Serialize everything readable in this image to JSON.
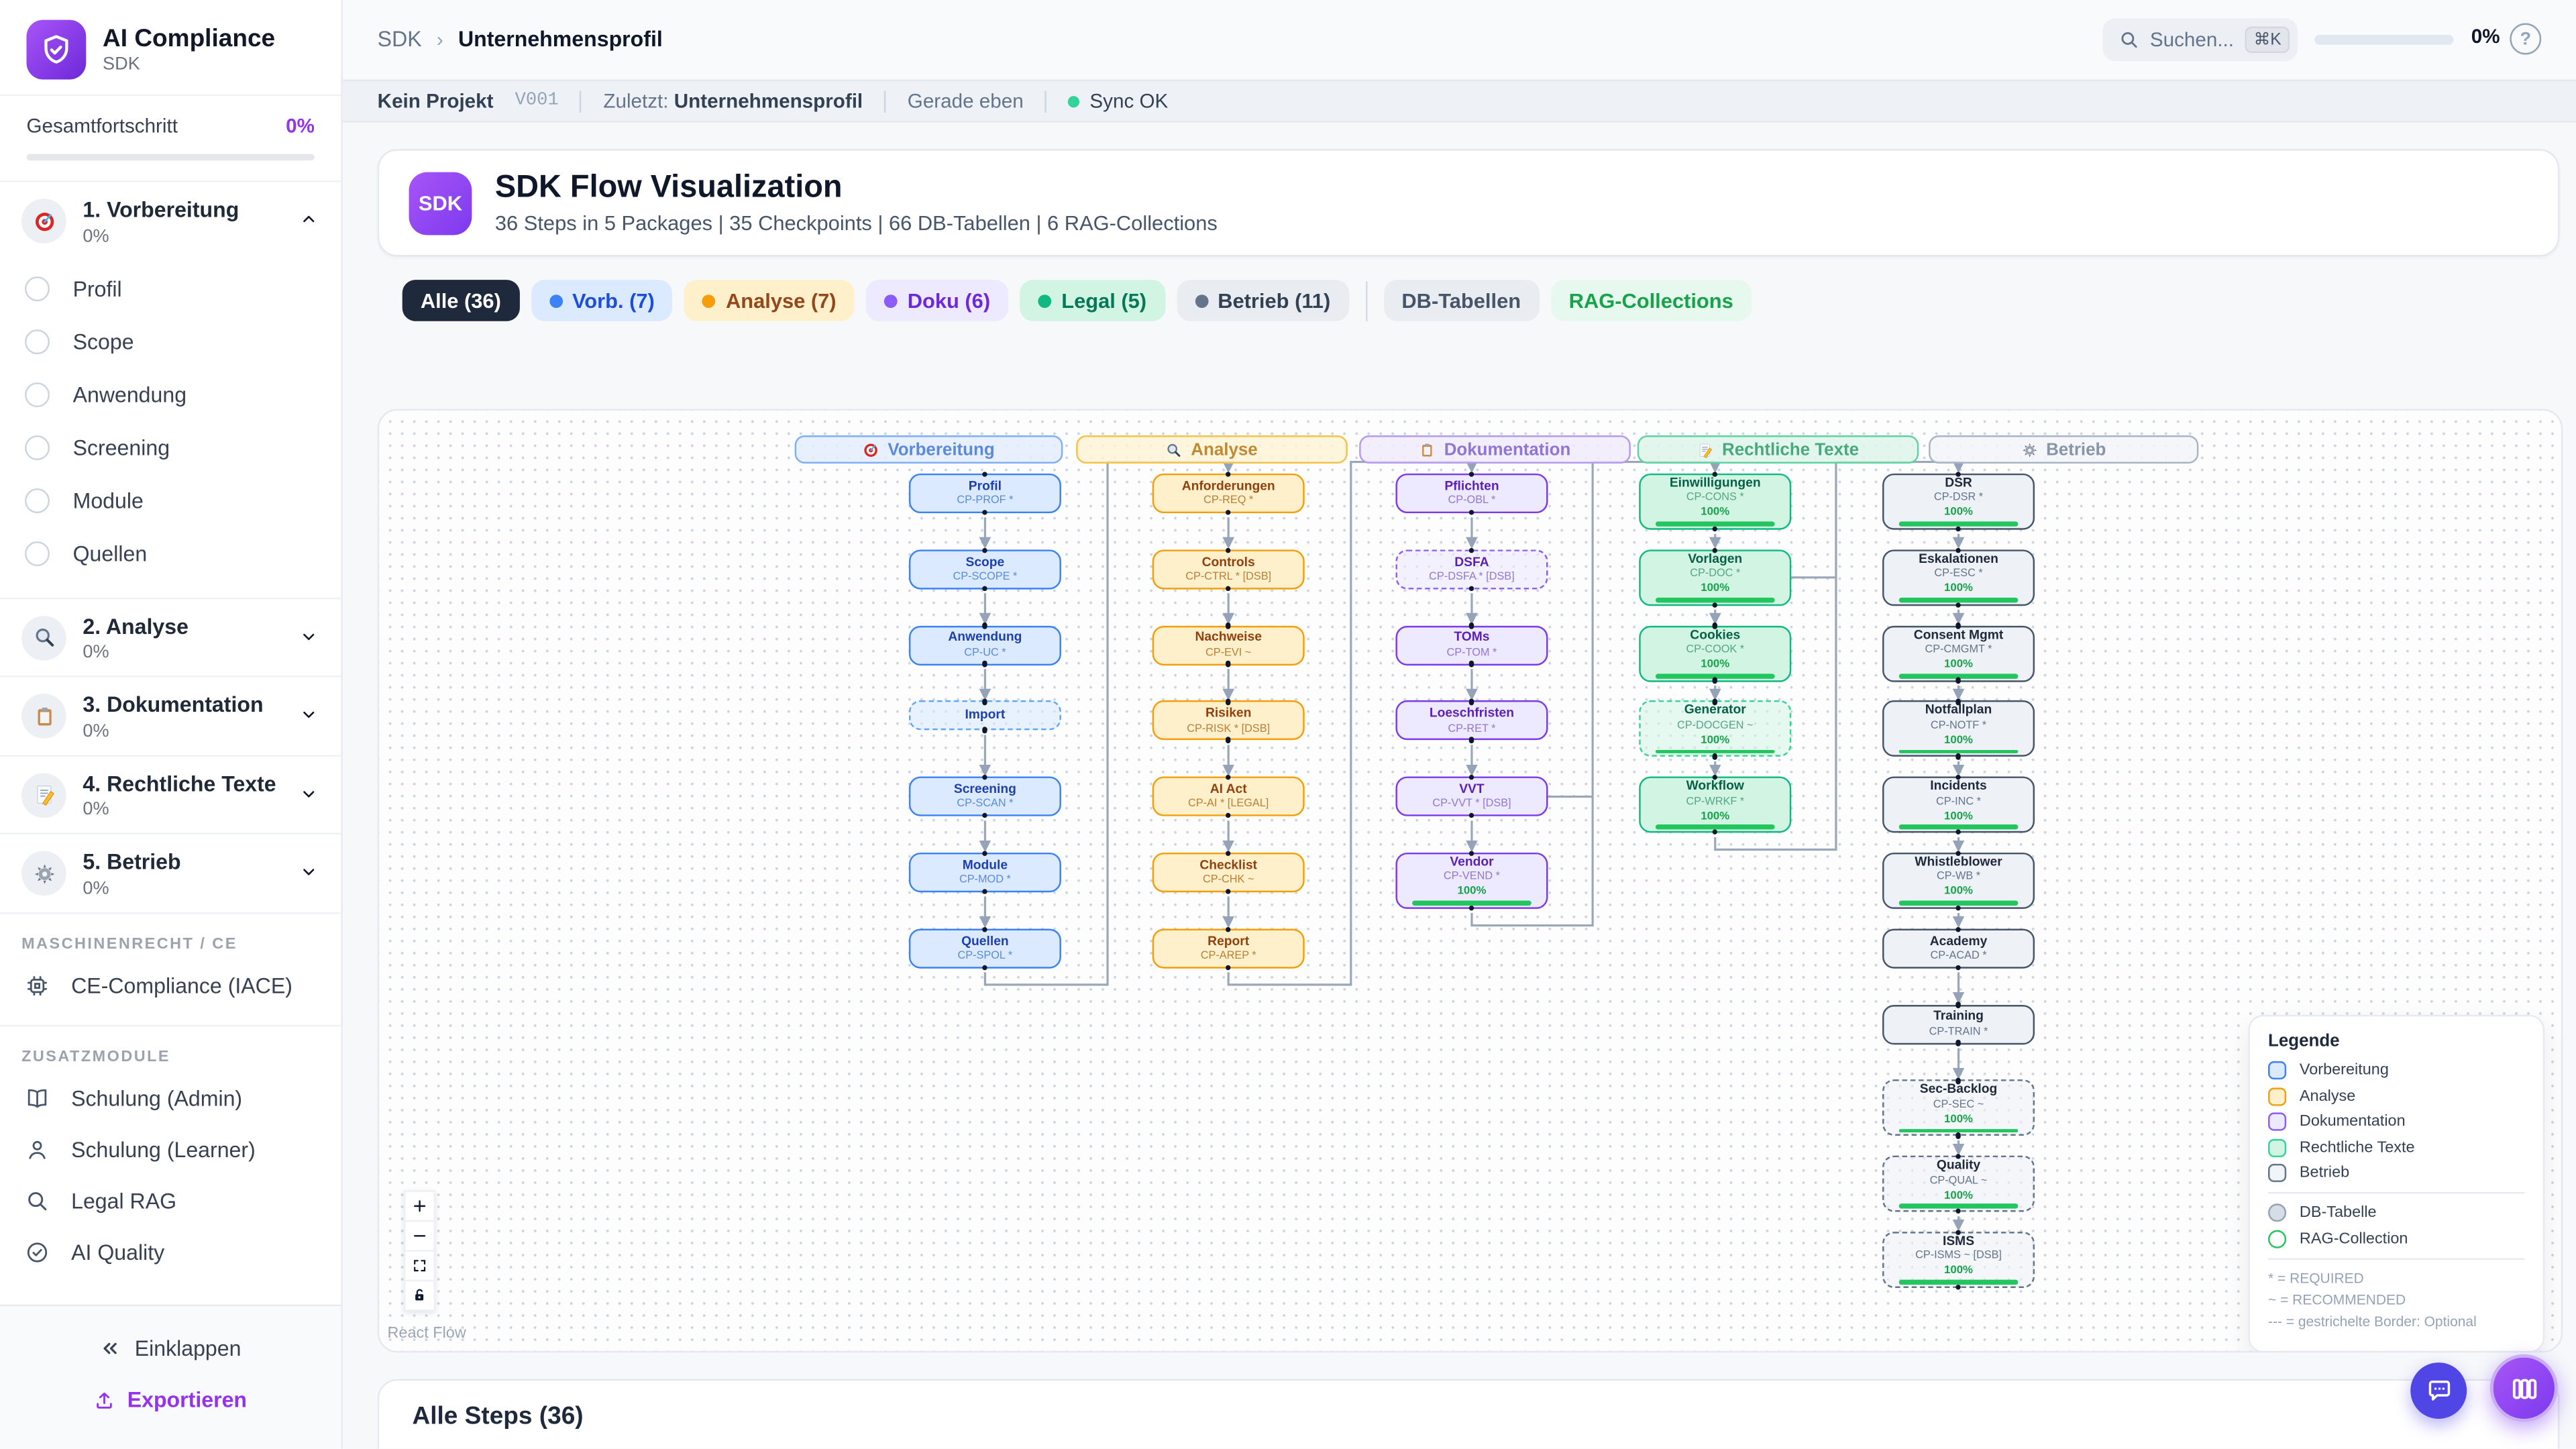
{
  "app": {
    "name": "AI Compliance",
    "subtitle": "SDK"
  },
  "sidebar": {
    "overall": {
      "label": "Gesamtfortschritt",
      "value": "0%"
    },
    "sections": [
      {
        "label": "1. Vorbereitung",
        "pct": "0%",
        "icon": "target-icon",
        "expanded": true,
        "items": [
          "Profil",
          "Scope",
          "Anwendung",
          "Screening",
          "Module",
          "Quellen"
        ]
      },
      {
        "label": "2. Analyse",
        "pct": "0%",
        "icon": "magnifier-icon",
        "expanded": false
      },
      {
        "label": "3. Dokumentation",
        "pct": "0%",
        "icon": "clipboard-icon",
        "expanded": false
      },
      {
        "label": "4. Rechtliche Texte",
        "pct": "0%",
        "icon": "memo-icon",
        "expanded": false
      },
      {
        "label": "5. Betrieb",
        "pct": "0%",
        "icon": "gear-icon",
        "expanded": false
      }
    ],
    "groups": [
      {
        "heading": "MASCHINENRECHT / CE",
        "items": [
          {
            "label": "CE-Compliance (IACE)",
            "icon": "cpu-icon"
          }
        ]
      },
      {
        "heading": "ZUSATZMODULE",
        "items": [
          {
            "label": "Schulung (Admin)",
            "icon": "book-icon"
          },
          {
            "label": "Schulung (Learner)",
            "icon": "user-icon"
          },
          {
            "label": "Legal RAG",
            "icon": "search-icon"
          },
          {
            "label": "AI Quality",
            "icon": "check-circle-icon"
          }
        ]
      }
    ],
    "collapse_label": "Einklappen",
    "export_label": "Exportieren"
  },
  "header": {
    "breadcrumb": {
      "root": "SDK",
      "current": "Unternehmensprofil"
    },
    "search": {
      "placeholder": "Suchen...",
      "kbd": "⌘K"
    },
    "progress": "0%"
  },
  "statusbar": {
    "project": "Kein Projekt",
    "version": "V001",
    "last_label": "Zuletzt:",
    "last_value": "Unternehmensprofil",
    "time": "Gerade eben",
    "sync": "Sync OK"
  },
  "hero": {
    "badge": "SDK",
    "title": "SDK Flow Visualization",
    "subtitle": "36 Steps in 5 Packages | 35 Checkpoints | 66 DB-Tabellen | 6 RAG-Collections"
  },
  "filters": [
    {
      "label": "Alle (36)",
      "variant": "all",
      "active": true
    },
    {
      "label": "Vorb. (7)",
      "variant": "vorb",
      "dot": "#3b82f6"
    },
    {
      "label": "Analyse (7)",
      "variant": "analyse",
      "dot": "#f59e0b"
    },
    {
      "label": "Doku (6)",
      "variant": "doku",
      "dot": "#8b5cf6"
    },
    {
      "label": "Legal (5)",
      "variant": "legal",
      "dot": "#10b981"
    },
    {
      "label": "Betrieb (11)",
      "variant": "betrieb",
      "dot": "#64748b"
    },
    {
      "label": "DB-Tabellen",
      "variant": "plain",
      "sep_before": true
    },
    {
      "label": "RAG-Collections",
      "variant": "rag"
    }
  ],
  "flow": {
    "columns": [
      {
        "id": "vorb",
        "label": "Vorbereitung",
        "icon": "target-icon",
        "nodes": [
          {
            "title": "Profil",
            "code": "CP-PROF *"
          },
          {
            "title": "Scope",
            "code": "CP-SCOPE *"
          },
          {
            "title": "Anwendung",
            "code": "CP-UC *"
          },
          {
            "title": "Import",
            "dashed": true
          },
          {
            "title": "Screening",
            "code": "CP-SCAN *"
          },
          {
            "title": "Module",
            "code": "CP-MOD *"
          },
          {
            "title": "Quellen",
            "code": "CP-SPOL *"
          }
        ]
      },
      {
        "id": "analyse",
        "label": "Analyse",
        "icon": "magnifier-icon",
        "nodes": [
          {
            "title": "Anforderungen",
            "code": "CP-REQ *"
          },
          {
            "title": "Controls",
            "code": "CP-CTRL * [DSB]"
          },
          {
            "title": "Nachweise",
            "code": "CP-EVI ~"
          },
          {
            "title": "Risiken",
            "code": "CP-RISK * [DSB]"
          },
          {
            "title": "AI Act",
            "code": "CP-AI * [LEGAL]"
          },
          {
            "title": "Checklist",
            "code": "CP-CHK ~"
          },
          {
            "title": "Report",
            "code": "CP-AREP *"
          }
        ]
      },
      {
        "id": "doku",
        "label": "Dokumentation",
        "icon": "clipboard-icon",
        "nodes": [
          {
            "title": "Pflichten",
            "code": "CP-OBL *"
          },
          {
            "title": "DSFA",
            "code": "CP-DSFA * [DSB]",
            "dashed": true
          },
          {
            "title": "TOMs",
            "code": "CP-TOM *"
          },
          {
            "title": "Loeschfristen",
            "code": "CP-RET *"
          },
          {
            "title": "VVT",
            "code": "CP-VVT * [DSB]"
          },
          {
            "title": "Vendor",
            "code": "CP-VEND *",
            "progress": "100%"
          }
        ]
      },
      {
        "id": "legal",
        "label": "Rechtliche Texte",
        "icon": "memo-icon",
        "nodes": [
          {
            "title": "Einwilligungen",
            "code": "CP-CONS *",
            "progress": "100%"
          },
          {
            "title": "Vorlagen",
            "code": "CP-DOC *",
            "progress": "100%"
          },
          {
            "title": "Cookies",
            "code": "CP-COOK *",
            "progress": "100%"
          },
          {
            "title": "Generator",
            "code": "CP-DOCGEN ~",
            "dashed": true,
            "progress": "100%"
          },
          {
            "title": "Workflow",
            "code": "CP-WRKF *",
            "progress": "100%"
          }
        ]
      },
      {
        "id": "betrieb",
        "label": "Betrieb",
        "icon": "gear-icon",
        "nodes": [
          {
            "title": "DSR",
            "code": "CP-DSR *",
            "progress": "100%"
          },
          {
            "title": "Eskalationen",
            "code": "CP-ESC *",
            "progress": "100%"
          },
          {
            "title": "Consent Mgmt",
            "code": "CP-CMGMT *",
            "progress": "100%"
          },
          {
            "title": "Notfallplan",
            "code": "CP-NOTF *",
            "progress": "100%"
          },
          {
            "title": "Incidents",
            "code": "CP-INC *",
            "progress": "100%"
          },
          {
            "title": "Whistleblower",
            "code": "CP-WB *",
            "progress": "100%"
          },
          {
            "title": "Academy",
            "code": "CP-ACAD *"
          },
          {
            "title": "Training",
            "code": "CP-TRAIN *"
          },
          {
            "title": "Sec-Backlog",
            "code": "CP-SEC ~",
            "dashed": true,
            "progress": "100%"
          },
          {
            "title": "Quality",
            "code": "CP-QUAL ~",
            "dashed": true,
            "progress": "100%"
          },
          {
            "title": "ISMS",
            "code": "CP-ISMS ~ [DSB]",
            "dashed": true,
            "progress": "100%"
          }
        ]
      }
    ],
    "edges": [
      {
        "from": "CP-SPOL",
        "to": "CP-REQ"
      },
      {
        "from": "CP-AREP",
        "to": "CP-OBL"
      },
      {
        "from": "CP-VEND",
        "to": "CP-CONS"
      },
      {
        "from": "CP-WRKF",
        "to": "CP-DSR"
      }
    ]
  },
  "legend": {
    "title": "Legende",
    "packages": [
      {
        "label": "Vorbereitung",
        "variant": "vorb",
        "color": "#3b82f6",
        "fill": "#dbeafe"
      },
      {
        "label": "Analyse",
        "variant": "analyse",
        "color": "#f59e0b",
        "fill": "#fdf0cb"
      },
      {
        "label": "Dokumentation",
        "variant": "doku",
        "color": "#8b5cf6",
        "fill": "#ede9fe"
      },
      {
        "label": "Rechtliche Texte",
        "variant": "legal",
        "color": "#34d399",
        "fill": "#d2f5e3"
      },
      {
        "label": "Betrieb",
        "variant": "betrieb",
        "color": "#64748b",
        "fill": "#f1f5f9"
      }
    ],
    "shapes": [
      {
        "label": "DB-Tabelle",
        "variant": "db",
        "color": "#94a3b8",
        "fill": "#d7dde5"
      },
      {
        "label": "RAG-Collection",
        "variant": "rag",
        "color": "#22c55e",
        "fill": "#ffffff"
      }
    ],
    "notes": [
      "* = REQUIRED",
      "~ = RECOMMENDED",
      "--- = gestrichelte Border: Optional"
    ]
  },
  "canvas_controls": {
    "attribution": "React Flow",
    "buttons": [
      "zoom-in",
      "zoom-out",
      "fit-view",
      "lock"
    ]
  },
  "bottom": {
    "title": "Alle Steps (36)"
  },
  "colors": {
    "accent": "#7c3aed",
    "progress_green": "#22c55e",
    "sync_green": "#34d399",
    "active_pill": "#1e293b"
  }
}
